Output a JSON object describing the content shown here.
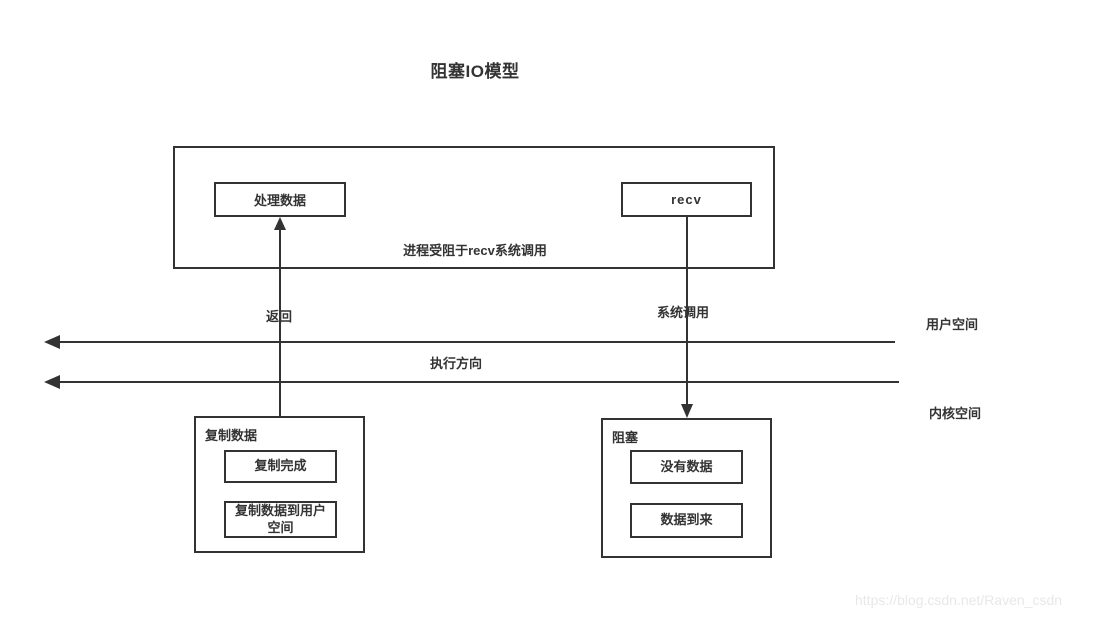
{
  "title": "阻塞IO模型",
  "process_section": {
    "process_data_label": "处理数据",
    "recv_label": "recv",
    "blocked_note": "进程受阻于recv系统调用"
  },
  "arrow_labels": {
    "return_label": "返回",
    "system_call_label": "系统调用"
  },
  "space_axis": {
    "execution_direction": "执行方向",
    "user_space": "用户空间",
    "kernel_space": "内核空间"
  },
  "copy_section": {
    "title": "复制数据",
    "items": [
      "复制完成",
      "复制数据到用户空间"
    ]
  },
  "block_section": {
    "title": "阻塞",
    "items": [
      "没有数据",
      "数据到来"
    ]
  },
  "watermark": "https://blog.csdn.net/Raven_csdn",
  "colors": {
    "line": "#333333",
    "text": "#333333",
    "watermark": "#e8e8e8",
    "background": "#ffffff"
  }
}
